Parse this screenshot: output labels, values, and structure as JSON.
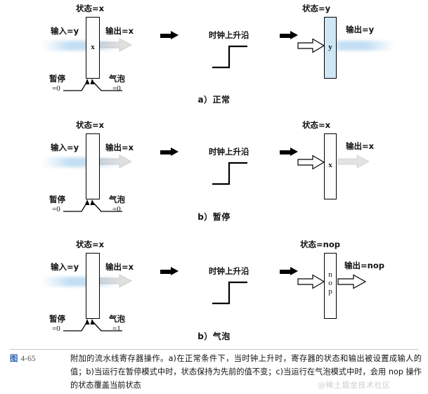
{
  "figure": {
    "number_prefix": "图",
    "number": "4-65",
    "caption": "附加的流水线寄存器操作。a)在正常条件下，当时钟上升时，寄存器的状态和输出被设置成输人的值；b)当运行在暂停模式中时，状态保持为先前的值不变；c)当运行在气泡模式中时，会用 nop 操作的状态覆盖当前状态",
    "watermark": "@稀土掘金技术社区"
  },
  "common": {
    "clock_label": "时钟上升沿",
    "stall_label": "暂停",
    "bubble_label": "气泡"
  },
  "panels": [
    {
      "id": "a",
      "subcaption": "a）正常",
      "before": {
        "state_label": "状态=x",
        "input_label": "输入=y",
        "output_label": "输出=x",
        "box_value": "x",
        "stall_label": "暂停",
        "stall_value": "=0",
        "bubble_label": "气泡",
        "bubble_value": "=0"
      },
      "clock_label": "时钟上升沿",
      "after": {
        "state_label": "状态=y",
        "output_label": "输出=y",
        "box_value": "y"
      }
    },
    {
      "id": "b",
      "subcaption": "b）暂停",
      "before": {
        "state_label": "状态=x",
        "input_label": "输入=y",
        "output_label": "输出=x",
        "box_value": "",
        "stall_label": "暂停",
        "stall_value": "=0",
        "bubble_label": "气泡",
        "bubble_value": "=0"
      },
      "clock_label": "时钟上升沿",
      "after": {
        "state_label": "状态=x",
        "output_label": "输出=x",
        "box_value": "x"
      }
    },
    {
      "id": "c",
      "subcaption": "b）气泡",
      "before": {
        "state_label": "状态=x",
        "input_label": "输入=y",
        "output_label": "输出=x",
        "box_value": "",
        "stall_label": "暂停",
        "stall_value": "=0",
        "bubble_label": "气泡",
        "bubble_value": "=1"
      },
      "clock_label": "时钟上升沿",
      "after": {
        "state_label": "状态=nop",
        "output_label": "输出=nop",
        "box_value": "nop"
      }
    }
  ],
  "colors": {
    "register_fill_active": "#cfe6f5",
    "register_fill_idle": "#fdfdfd",
    "border": "#000000",
    "fignum_accent": "#2f63b4",
    "watermark": "#cfcfcf"
  }
}
